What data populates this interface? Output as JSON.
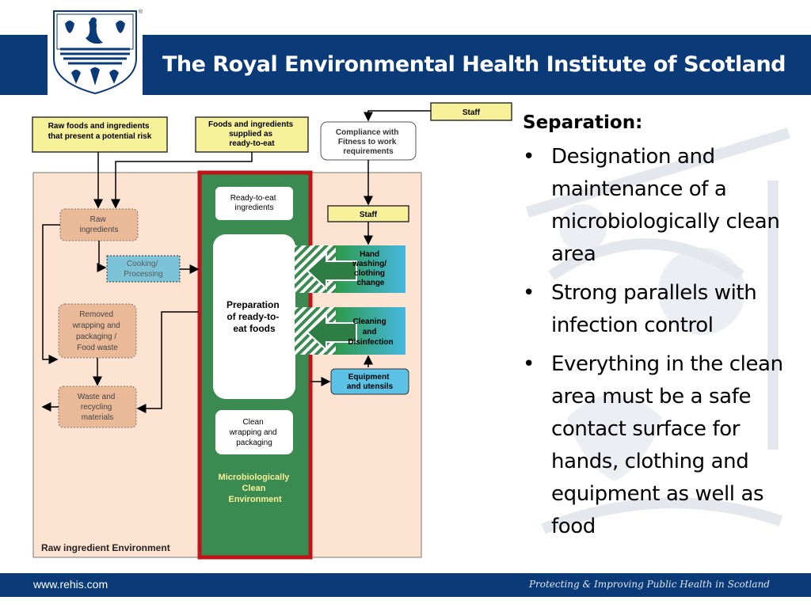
{
  "header": {
    "title": "The Royal Environmental Health Institute of Scotland",
    "registered_mark": "®"
  },
  "diagram": {
    "top_sources": {
      "raw": [
        "Raw foods and ingredients",
        "that present a potential risk"
      ],
      "ready": [
        "Foods and ingredients",
        "supplied as",
        "ready-to-eat"
      ]
    },
    "staff_top": "Staff",
    "compliance": [
      "Compliance with",
      "Fitness to work",
      "requirements"
    ],
    "raw_env_label": "Raw ingredient Environment",
    "raw_ingredients": [
      "Raw",
      "ingredients"
    ],
    "cooking": [
      "Cooking/",
      "Processing"
    ],
    "removed": [
      "Removed",
      "wrapping and",
      "packaging /",
      "Food waste"
    ],
    "waste": [
      "Waste and",
      "recycling",
      "materials"
    ],
    "ready_to_eat": [
      "Ready-to-eat",
      "ingredients"
    ],
    "preparation": [
      "Preparation",
      "of ready-to-",
      "eat foods"
    ],
    "clean_wrapping": [
      "Clean",
      "wrapping and",
      "packaging"
    ],
    "clean_env": [
      "Microbiologically",
      "Clean",
      "Environment"
    ],
    "staff_mid": "Staff",
    "hand_washing": [
      "Hand",
      "washing/",
      "clothing",
      "change"
    ],
    "cleaning": [
      "Cleaning",
      "and",
      "Disinfection"
    ],
    "equipment": [
      "Equipment",
      "and utensils"
    ]
  },
  "content": {
    "heading": "Separation:",
    "bullet_char": "•",
    "bullets": [
      [
        "Designation and",
        "maintenance of a",
        "microbiologically clean",
        "area"
      ],
      [
        "Strong parallels with",
        "infection control"
      ],
      [
        "Everything in the clean",
        "area must be a safe",
        "contact surface for",
        "hands, clothing and",
        "equipment as well as",
        "food"
      ]
    ]
  },
  "footer": {
    "url": "www.rehis.com",
    "tagline": "Protecting & Improving Public Health in Scotland"
  },
  "colors": {
    "brand_blue": "#0b3a78",
    "green": "#3a8a52",
    "red_border": "#c0141a",
    "peach": "#fde3d2",
    "yellow": "#f7f19a"
  }
}
